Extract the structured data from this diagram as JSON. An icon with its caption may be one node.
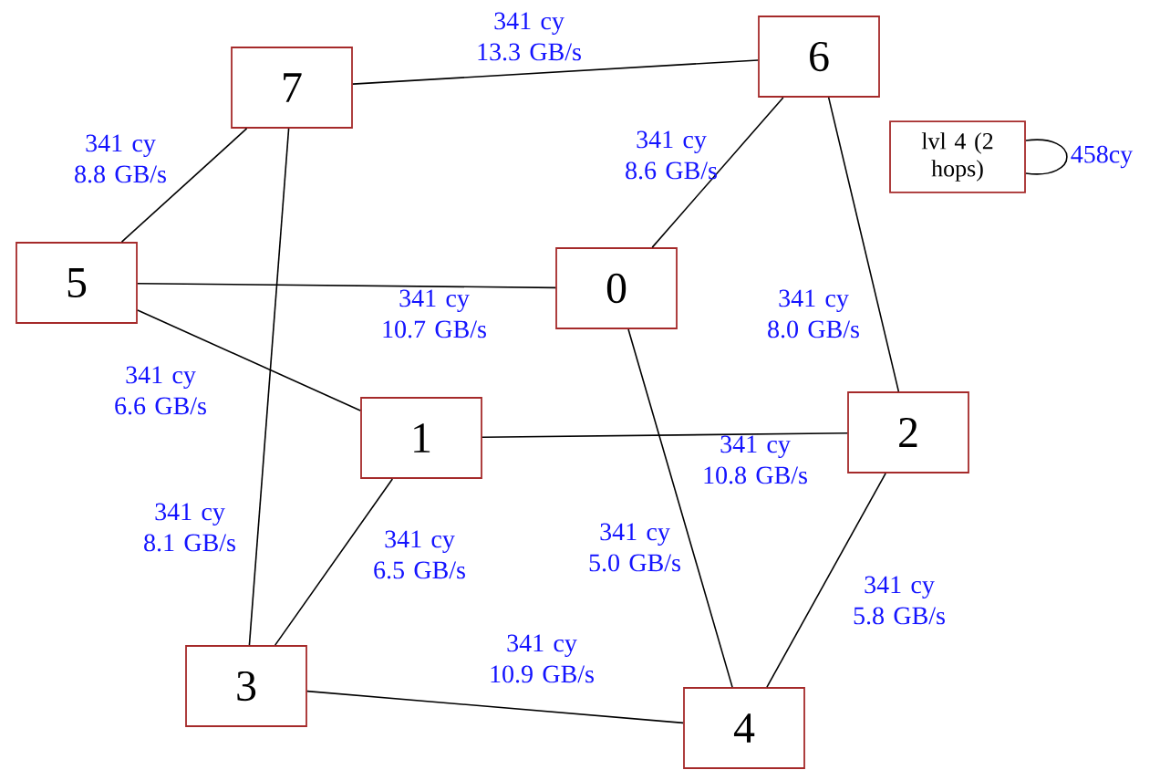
{
  "diagram": {
    "nodes": [
      {
        "text": [
          "0"
        ]
      },
      {
        "text": [
          "1"
        ]
      },
      {
        "text": [
          "2"
        ]
      },
      {
        "text": [
          "3"
        ]
      },
      {
        "text": [
          "4"
        ]
      },
      {
        "text": [
          "5"
        ]
      },
      {
        "text": [
          "6"
        ]
      },
      {
        "text": [
          "7"
        ]
      },
      {
        "text": [
          "lvl 4 (2 hops)"
        ]
      }
    ],
    "edges": [
      {
        "from": 7,
        "to": 6,
        "arrow": "none",
        "label": "341 cy 13.3 GB/s"
      },
      {
        "from": 5,
        "to": 7,
        "arrow": "none",
        "label": "341 cy 8.8 GB/s"
      },
      {
        "from": 6,
        "to": 0,
        "arrow": "none",
        "label": "341 cy 8.6 GB/s"
      },
      {
        "from": 5,
        "to": 0,
        "arrow": "none",
        "label": "341 cy 10.7 GB/s"
      },
      {
        "from": 6,
        "to": 2,
        "arrow": "none",
        "label": "341 cy 8.0 GB/s"
      },
      {
        "from": 5,
        "to": 1,
        "arrow": "none",
        "label": "341 cy 6.6 GB/s"
      },
      {
        "from": 1,
        "to": 2,
        "arrow": "none",
        "label": "341 cy 10.8 GB/s"
      },
      {
        "from": 7,
        "to": 3,
        "arrow": "none",
        "label": "341 cy 8.1 GB/s"
      },
      {
        "from": 1,
        "to": 3,
        "arrow": "none",
        "label": "341 cy 6.5 GB/s"
      },
      {
        "from": 0,
        "to": 4,
        "arrow": "none",
        "label": "341 cy 5.0 GB/s"
      },
      {
        "from": 2,
        "to": 4,
        "arrow": "none",
        "label": "341 cy 5.8 GB/s"
      },
      {
        "from": 3,
        "to": 4,
        "arrow": "none",
        "label": "341 cy 10.9 GB/s"
      },
      {
        "from": 8,
        "to": 8,
        "arrow": "none",
        "label": "458cy"
      }
    ]
  }
}
